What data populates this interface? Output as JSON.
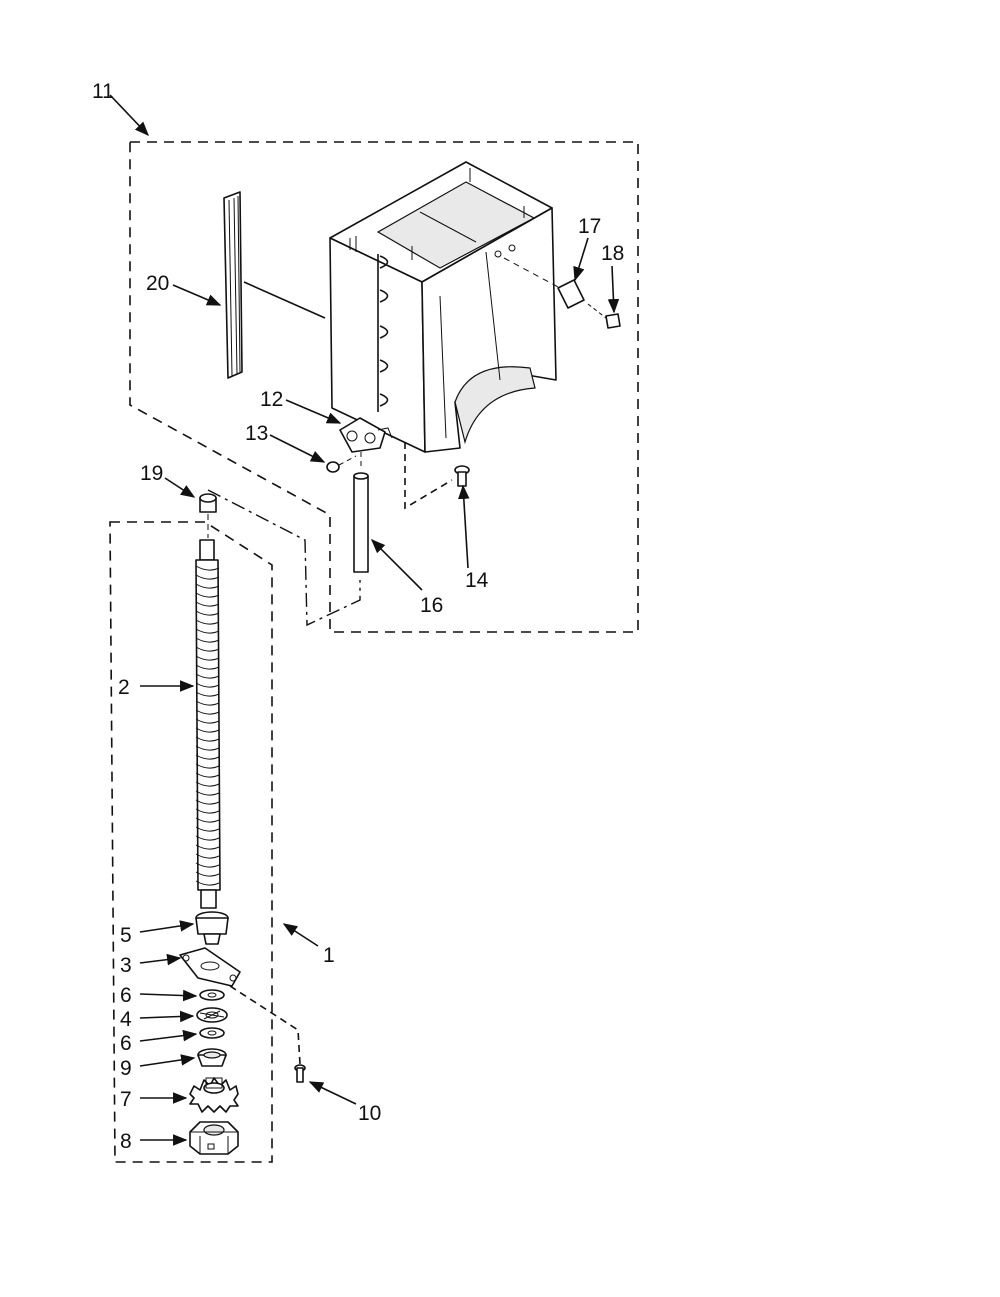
{
  "callouts": {
    "c1": "1",
    "c2": "2",
    "c3": "3",
    "c4": "4",
    "c5": "5",
    "c6a": "6",
    "c6b": "6",
    "c7": "7",
    "c8": "8",
    "c9": "9",
    "c10": "10",
    "c11": "11",
    "c12": "12",
    "c13": "13",
    "c14": "14",
    "c16": "16",
    "c17": "17",
    "c18": "18",
    "c19": "19",
    "c20": "20"
  }
}
